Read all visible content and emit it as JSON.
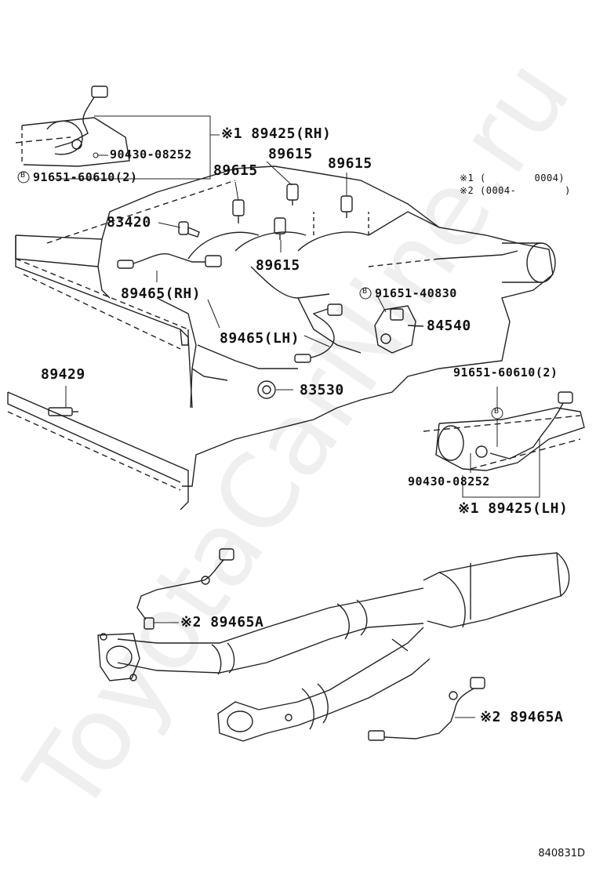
{
  "watermark": "ToyotaCarNine.ru",
  "drawing_code": "840831D",
  "notes": {
    "n1": "※1 (        0004)",
    "n2": "※2 (0004-        )"
  },
  "labels": {
    "p89425_rh": "※1 89425(RH)",
    "p90430_top": "90430-08252",
    "p91651_top": "91651-60610(2)",
    "p89615_a": "89615",
    "p89615_b": "89615",
    "p89615_c": "89615",
    "p89615_d": "89615",
    "p83420": "83420",
    "p89465_rh": "89465(RH)",
    "p89465_lh": "89465(LH)",
    "p91651_40830": "91651-40830",
    "p84540": "84540",
    "p89429": "89429",
    "p83530": "83530",
    "p91651_right": "91651-60610(2)",
    "p90430_right": "90430-08252",
    "p89425_lh": "※1 89425(LH)",
    "p89465a_left": "※2 89465A",
    "p89465a_right": "※2 89465A"
  },
  "markers": {
    "bolt_b": "B"
  }
}
